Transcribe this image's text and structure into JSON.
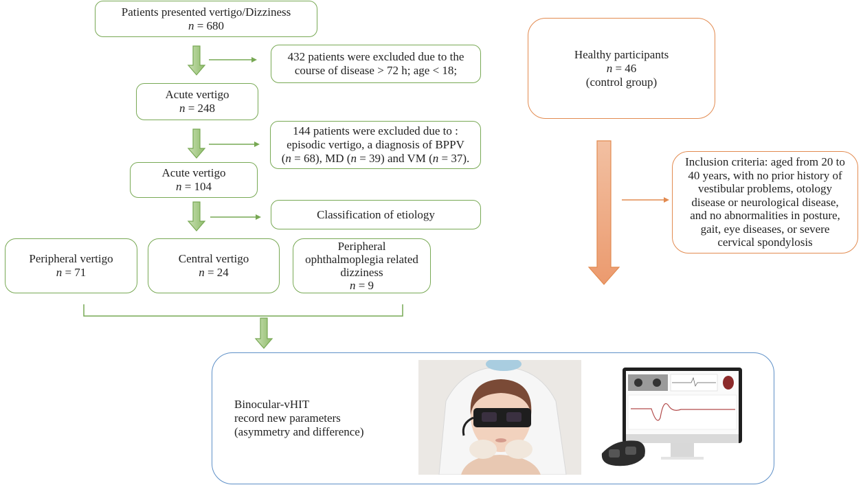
{
  "patients": {
    "total": {
      "label": "Patients presented vertigo/Dizziness",
      "n_label": "n",
      "n_value": "= 680"
    },
    "exclusion1": {
      "lines": [
        "432 patients were excluded due to the",
        "course of disease  > 72 h; age < 18;"
      ]
    },
    "acute1": {
      "label": "Acute vertigo",
      "n_label": "n",
      "n_value": "= 248"
    },
    "exclusion2": {
      "lines": [
        "144 patients were excluded due to :",
        "episodic vertigo, a diagnosis of BPPV"
      ],
      "line3_parts": [
        "(",
        "n",
        " = 68), MD (",
        "n",
        " = 39) and VM (",
        "n",
        " = 37)."
      ]
    },
    "acute2": {
      "label": "Acute vertigo",
      "n_label": "n",
      "n_value": "= 104"
    },
    "classification": {
      "label": "Classification of etiology"
    },
    "groups": [
      {
        "label": "Peripheral vertigo",
        "n_label": "n",
        "n_value": "= 71"
      },
      {
        "label": "Central vertigo",
        "n_label": "n",
        "n_value": "= 24"
      },
      {
        "label_lines": [
          "Peripheral",
          "ophthalmoplegia related",
          "dizziness"
        ],
        "n_label": "n",
        "n_value": "= 9"
      }
    ]
  },
  "controls": {
    "healthy": {
      "label": "Healthy participants",
      "n_label": "n",
      "n_value": "= 46",
      "note": "(control group)"
    },
    "inclusion": {
      "lines": [
        "Inclusion criteria: aged from 20 to",
        "40 years, with no prior history of",
        "vestibular problems, otology",
        "disease or neurological disease,",
        "and no abnormalities in posture,",
        "gait, eye diseases, or severe",
        "cervical spondylosis"
      ]
    }
  },
  "test": {
    "lines": [
      "Binocular-vHIT",
      "record new parameters",
      "(asymmetry and difference)"
    ],
    "images": [
      "photo-of-patient-wearing-vhit-goggles",
      "monitor-showing-vhit-software-with-goggles"
    ]
  },
  "colors": {
    "green": "#77a853",
    "orange": "#e28a4f",
    "blue": "#5d8fc7"
  }
}
